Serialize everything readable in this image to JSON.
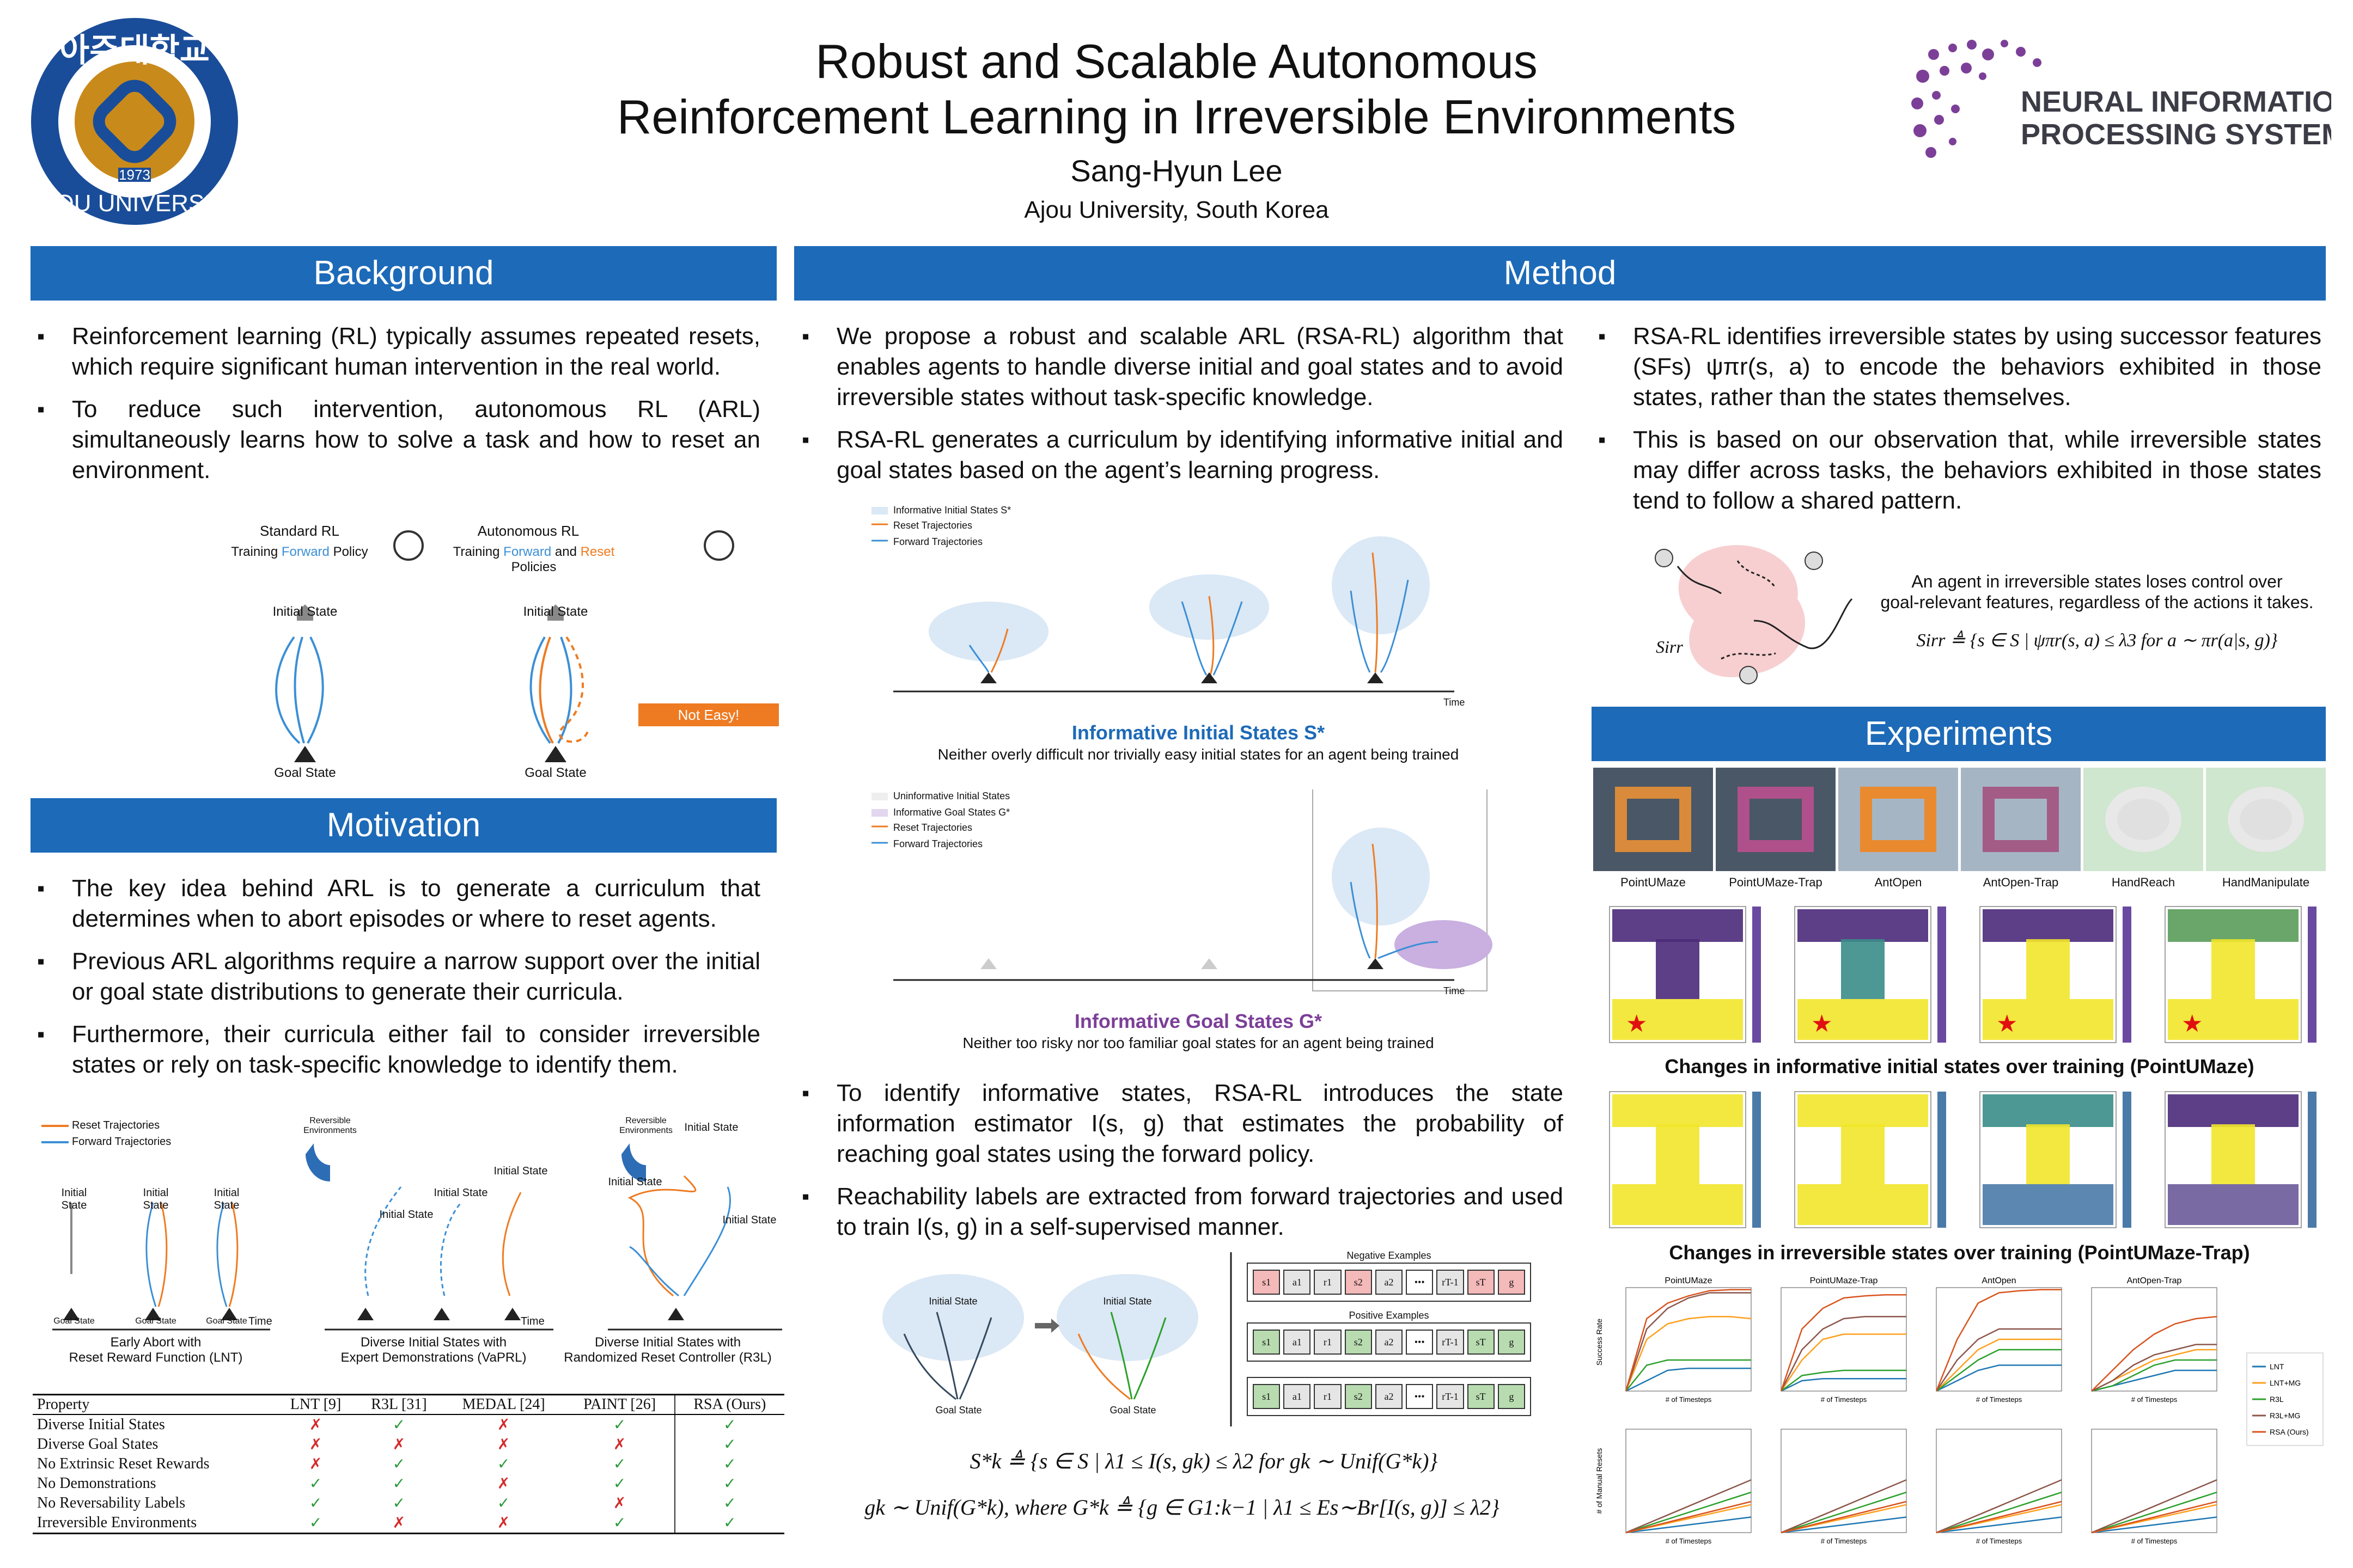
{
  "header": {
    "title_line1": "Robust and Scalable Autonomous",
    "title_line2": "Reinforcement Learning in Irreversible Environments",
    "author": "Sang-Hyun Lee",
    "affiliation": "Ajou University, South Korea",
    "left_logo": {
      "korean": "아주대학교",
      "english": "AJOU UNIVERSITY",
      "year": "1973"
    },
    "right_logo": {
      "line1": "NEURAL INFORMATION",
      "line2": "PROCESSING SYSTEMS"
    }
  },
  "background": {
    "heading": "Background",
    "bullets": [
      "Reinforcement learning (RL) typically assumes repeated resets, which require significant human intervention in the real world.",
      "To reduce such intervention, autonomous RL (ARL) simultaneously learns how to solve a task and how to reset an environment."
    ],
    "figure": {
      "standard_title": "Standard RL",
      "standard_sub_a": "Training ",
      "standard_sub_b": "Forward",
      "standard_sub_c": " Policy",
      "auto_title": "Autonomous RL",
      "auto_sub_a": "Training ",
      "auto_sub_b": "Forward",
      "auto_sub_c": " and ",
      "auto_sub_d": "Reset",
      "auto_sub_e": " Policies",
      "initial_state": "Initial State",
      "goal_state": "Goal State",
      "not_easy": "Not Easy!"
    }
  },
  "motivation": {
    "heading": "Motivation",
    "bullets": [
      "The key idea behind ARL is to generate a curriculum that determines when to abort episodes or where to reset agents.",
      "Previous ARL algorithms require a narrow support over the initial or goal state distributions to generate their curricula.",
      "Furthermore, their curricula either fail to consider irreversible states or rely on task-specific knowledge to identify them."
    ],
    "legend": {
      "reset": "Reset Trajectories",
      "forward": "Forward Trajectories"
    },
    "captions": {
      "lnt_1": "Early Abort with",
      "lnt_2": "Reset Reward Function (LNT)",
      "vaprl_1": "Diverse Initial States with",
      "vaprl_2": "Expert Demonstrations (VaPRL)",
      "r3l_1": "Diverse Initial States with",
      "r3l_2": "Randomized Reset Controller (R3L)"
    },
    "labels": {
      "initial": "Initial State",
      "goal": "Goal State",
      "reversible": "Reversible Environments",
      "time": "Time"
    },
    "table": {
      "headers": [
        "Property",
        "LNT [9]",
        "R3L [31]",
        "MEDAL [24]",
        "PAINT [26]",
        "RSA (Ours)"
      ],
      "rows": [
        {
          "name": "Diverse Initial States",
          "marks": [
            "✗",
            "✓",
            "✗",
            "✓",
            "✓"
          ]
        },
        {
          "name": "Diverse Goal States",
          "marks": [
            "✗",
            "✗",
            "✗",
            "✗",
            "✓"
          ]
        },
        {
          "name": "No Extrinsic Reset Rewards",
          "marks": [
            "✗",
            "✓",
            "✓",
            "✓",
            "✓"
          ]
        },
        {
          "name": "No Demonstrations",
          "marks": [
            "✓",
            "✓",
            "✗",
            "✓",
            "✓"
          ]
        },
        {
          "name": "No Reversability Labels",
          "marks": [
            "✓",
            "✓",
            "✓",
            "✗",
            "✓"
          ]
        },
        {
          "name": "Irreversible Environments",
          "marks": [
            "✓",
            "✗",
            "✗",
            "✓",
            "✓"
          ]
        }
      ]
    }
  },
  "method": {
    "heading": "Method",
    "col1_bullets": [
      "We propose a robust and scalable ARL (RSA-RL) algorithm that enables agents to handle diverse initial and goal states and to avoid irreversible states without task-specific knowledge.",
      "RSA-RL generates a curriculum by identifying informative initial and goal states based on the agent’s learning progress."
    ],
    "fig1": {
      "legend_1": "Informative Initial States S*",
      "legend_2": "Reset Trajectories",
      "legend_3": "Forward Trajectories",
      "title": "Informative Initial States S*",
      "caption": "Neither overly difficult nor trivially easy initial states for an agent being trained",
      "time": "Time"
    },
    "fig2": {
      "legend_0": "Uninformative Initial States",
      "legend_1": "Informative Goal States G*",
      "legend_2": "Reset Trajectories",
      "legend_3": "Forward Trajectories",
      "title": "Informative Goal States G*",
      "caption": "Neither too risky nor too familiar goal states for an agent being trained",
      "time": "Time"
    },
    "col1_bullets_2": [
      "To identify informative states, RSA-RL introduces the state information estimator I(s, g) that estimates the probability of reaching goal states using the forward policy.",
      "Reachability labels are extracted from forward trajectories and used to train I(s, g) in a self-supervised manner."
    ],
    "fig3": {
      "initial_state": "Initial State",
      "goal_state": "Goal State",
      "negative": "Negative Examples",
      "positive": "Positive Examples",
      "tokens": [
        "s1",
        "a1",
        "r1",
        "s2",
        "a2",
        "•••",
        "rT-1",
        "sT",
        "g"
      ]
    },
    "eq1": "S*k ≜ {s ∈ S | λ1 ≤ I(s, gk) ≤ λ2  for  gk ∼ Unif(G*k)}",
    "eq2": "gk ∼ Unif(G*k),   where  G*k ≜ {g ∈ G1:k−1 | λ1 ≤ Es∼Br[I(s, g)] ≤ λ2}",
    "col2_bullets": [
      "RSA-RL identifies irreversible states by using successor features (SFs) ψπr(s, a) to encode the behaviors exhibited in those states, rather than the states themselves.",
      "This is based on our observation that, while irreversible states may differ across tasks, the behaviors exhibited in those states tend to follow a shared pattern."
    ],
    "irr_caption_1": "An agent in irreversible states loses control over",
    "irr_caption_2": "goal-relevant features, regardless of the actions it takes.",
    "irr_eq": "Sirr ≜ {s ∈ S | ψπr(s, a) ≤ λ3   for   a ∼ πr(a|s, g)}",
    "irr_label": "Sirr"
  },
  "experiments": {
    "heading": "Experiments",
    "env_names": [
      "PointUMaze",
      "PointUMaze-Trap",
      "AntOpen",
      "AntOpen-Trap",
      "HandReach",
      "HandManipulate"
    ],
    "caption_initial": "Changes in informative initial states over training (PointUMaze)",
    "caption_irreversible": "Changes in irreversible states over training (PointUMaze-Trap)",
    "curve_titles": [
      "PointUMaze",
      "PointUMaze-Trap",
      "AntOpen",
      "AntOpen-Trap"
    ],
    "ylabel_top": "Success Rate",
    "ylabel_bottom": "# of Manual Resets",
    "xlabel": "# of Timesteps",
    "legend": [
      "LNT",
      "LNT+MG",
      "R3L",
      "R3L+MG",
      "RSA (Ours)"
    ],
    "colors": [
      "#1f77b4",
      "#ff9f1c",
      "#2ca02c",
      "#8c564b",
      "#d9531e"
    ]
  },
  "chart_data": [
    {
      "type": "line",
      "title": "PointUMaze",
      "xlabel": "# of Timesteps",
      "ylabel": "Success Rate",
      "series": [
        {
          "name": "LNT",
          "values": [
            0.0,
            0.1,
            0.2,
            0.22,
            0.22,
            0.22,
            0.22
          ]
        },
        {
          "name": "LNT+MG",
          "values": [
            0.0,
            0.5,
            0.65,
            0.7,
            0.72,
            0.72,
            0.7
          ]
        },
        {
          "name": "R3L",
          "values": [
            0.0,
            0.25,
            0.3,
            0.3,
            0.3,
            0.3,
            0.3
          ]
        },
        {
          "name": "R3L+MG",
          "values": [
            0.0,
            0.6,
            0.8,
            0.9,
            0.95,
            0.95,
            0.95
          ]
        },
        {
          "name": "RSA (Ours)",
          "values": [
            0.0,
            0.7,
            0.85,
            0.92,
            0.97,
            0.98,
            0.98
          ]
        }
      ]
    },
    {
      "type": "line",
      "title": "PointUMaze-Trap",
      "xlabel": "# of Timesteps",
      "ylabel": "Success Rate",
      "series": [
        {
          "name": "LNT",
          "values": [
            0.0,
            0.1,
            0.12,
            0.12,
            0.12,
            0.12,
            0.12
          ]
        },
        {
          "name": "LNT+MG",
          "values": [
            0.0,
            0.3,
            0.5,
            0.55,
            0.55,
            0.55,
            0.55
          ]
        },
        {
          "name": "R3L",
          "values": [
            0.0,
            0.15,
            0.18,
            0.2,
            0.2,
            0.2,
            0.2
          ]
        },
        {
          "name": "R3L+MG",
          "values": [
            0.0,
            0.4,
            0.6,
            0.7,
            0.72,
            0.72,
            0.72
          ]
        },
        {
          "name": "RSA (Ours)",
          "values": [
            0.0,
            0.6,
            0.8,
            0.9,
            0.92,
            0.93,
            0.93
          ]
        }
      ]
    },
    {
      "type": "line",
      "title": "AntOpen",
      "xlabel": "# of Timesteps",
      "ylabel": "Success Rate",
      "series": [
        {
          "name": "LNT",
          "values": [
            0.0,
            0.1,
            0.2,
            0.25,
            0.25,
            0.25,
            0.25
          ]
        },
        {
          "name": "LNT+MG",
          "values": [
            0.0,
            0.2,
            0.4,
            0.5,
            0.5,
            0.5,
            0.5
          ]
        },
        {
          "name": "R3L",
          "values": [
            0.0,
            0.15,
            0.3,
            0.4,
            0.4,
            0.4,
            0.4
          ]
        },
        {
          "name": "R3L+MG",
          "values": [
            0.0,
            0.3,
            0.5,
            0.6,
            0.6,
            0.6,
            0.6
          ]
        },
        {
          "name": "RSA (Ours)",
          "values": [
            0.0,
            0.5,
            0.85,
            0.95,
            0.97,
            0.98,
            0.98
          ]
        }
      ]
    },
    {
      "type": "line",
      "title": "AntOpen-Trap",
      "xlabel": "# of Timesteps",
      "ylabel": "Success Rate",
      "series": [
        {
          "name": "LNT",
          "values": [
            0.0,
            0.05,
            0.1,
            0.15,
            0.2,
            0.2,
            0.2
          ]
        },
        {
          "name": "LNT+MG",
          "values": [
            0.0,
            0.1,
            0.2,
            0.3,
            0.35,
            0.4,
            0.4
          ]
        },
        {
          "name": "R3L",
          "values": [
            0.0,
            0.05,
            0.15,
            0.25,
            0.3,
            0.3,
            0.3
          ]
        },
        {
          "name": "R3L+MG",
          "values": [
            0.0,
            0.1,
            0.25,
            0.35,
            0.4,
            0.45,
            0.45
          ]
        },
        {
          "name": "RSA (Ours)",
          "values": [
            0.0,
            0.2,
            0.4,
            0.55,
            0.65,
            0.7,
            0.72
          ]
        }
      ]
    }
  ]
}
